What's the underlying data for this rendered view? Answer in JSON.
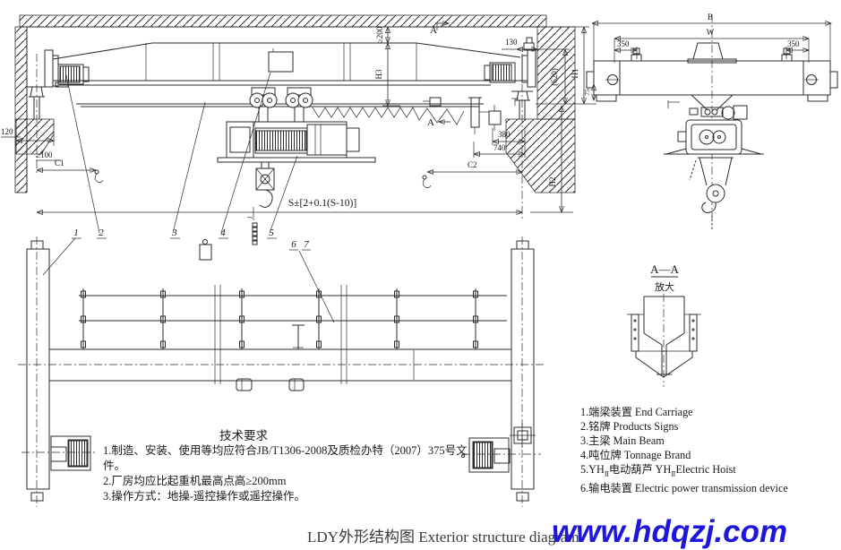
{
  "page": {
    "bg": "#ffffff",
    "line_color": "#2b2b2b",
    "footer_title": "LDY外形结构图 Exterior structure diagram",
    "website": "www.hdqzj.com",
    "website_color": "#1e17db"
  },
  "front_view": {
    "dim_120": "120",
    "dim_ge100": "≥100",
    "dim_c1": "C1",
    "dim_span": "S±[2+0.1(S-10)]",
    "dim_ge200": "≥200",
    "dim_h3": "H3",
    "dim_130": "130",
    "dim_620": "(620)",
    "dim_h1": "H1",
    "dim_75": "75",
    "dim_380": "380",
    "dim_740": "740",
    "dim_c2": "C2",
    "dim_h2": "H2",
    "section_label_top": "A",
    "section_label_bottom": "A"
  },
  "end_view": {
    "dim_b": "B",
    "dim_w": "W",
    "dim_350_left": "350",
    "dim_350_right": "350"
  },
  "section_detail": {
    "title": "A—A",
    "subtitle": "放大"
  },
  "plan_view": {
    "items": [
      "1",
      "2",
      "3",
      "4",
      "5",
      "6",
      "7"
    ]
  },
  "tech_requirements": {
    "title": "技术要求",
    "line1": "1.制造、安装、使用等均应符合JB/T1306-2008及质检办特（2007）375号文件。",
    "line2": "2.厂房均应比起重机最高点高≥200mm",
    "line3": "3.操作方式：地操-遥控操作或遥控操作。"
  },
  "parts_list": {
    "item1": "1.端梁装置 End Carriage",
    "item2": "2.铭牌 Products Signs",
    "item3": "3.主梁 Main Beam",
    "item4": "4.吨位牌 Tonnage Brand",
    "item5_p1": "5.YH",
    "item5_sub1": "Ⅱ",
    "item5_p2": "电动葫芦 YH",
    "item5_sub2": "Ⅱ",
    "item5_p3": "Electric Hoist",
    "item6": "6.输电装置 Electric power transmission device"
  }
}
